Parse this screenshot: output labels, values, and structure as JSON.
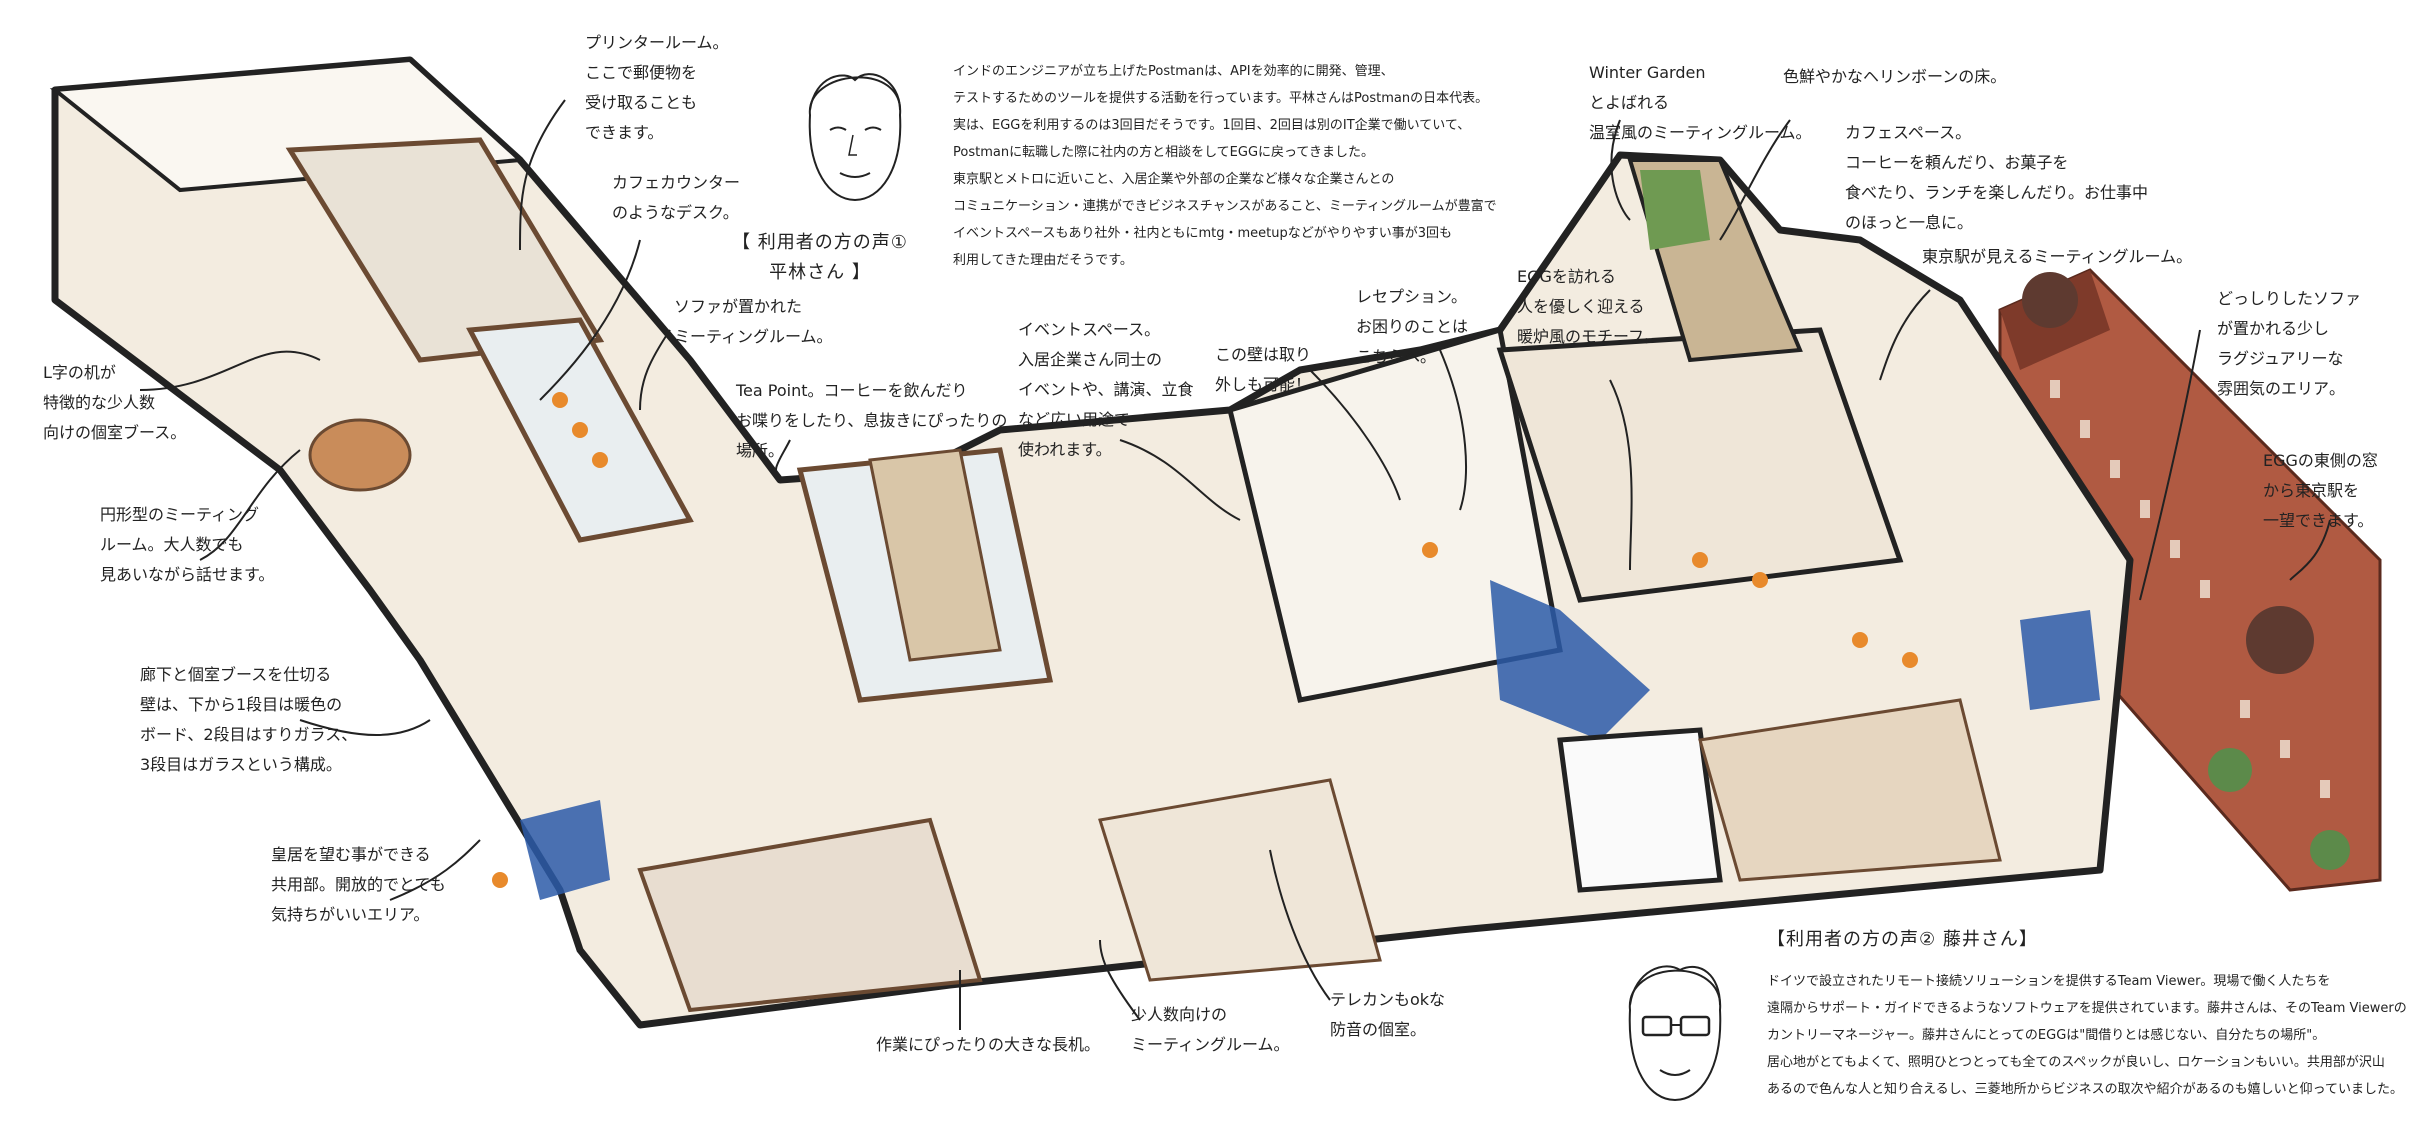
{
  "colors": {
    "floor": "#f3ece0",
    "wall": "#222222",
    "wood": "#6b4a32",
    "glass": "#e9eef0",
    "station": "#a0503a",
    "blue": "#2c5aa8",
    "orange": "#e88a2c",
    "carpet": "#d8cfc0"
  },
  "voices": [
    {
      "label": "【 利用者の方の声① \n平林さん 】",
      "icon": "portrait-hirabayashi",
      "text": "インドのエンジニアが立ち上げたPostmanは、APIを効率的に開発、管理、\nテストするためのツールを提供する活動を行っています。平林さんはPostmanの日本代表。\n実は、EGGを利用するのは3回目だそうです。1回目、2回目は別のIT企業で働いていて、\nPostmanに転職した際に社内の方と相談をしてEGGに戻ってきました。\n東京駅とメトロに近いこと、入居企業や外部の企業など様々な企業さんとの\nコミュニケーション・連携ができビジネスチャンスがあること、ミーティングルームが豊富で\nイベントスペースもあり社外・社内ともにmtg・meetupなどがやりやすい事が3回も\n利用してきた理由だそうです。"
    },
    {
      "label": "【利用者の方の声② 藤井さん】",
      "icon": "portrait-fujii",
      "text": "ドイツで設立されたリモート接続ソリューションを提供するTeam Viewer。現場で働く人たちを\n遠隔からサポート・ガイドできるようなソフトウェアを提供されています。藤井さんは、そのTeam Viewerの\nカントリーマネージャー。藤井さんにとってのEGGは\"間借りとは感じない、自分たちの場所\"。\n居心地がとてもよくて、照明ひとつとっても全てのスペックが良いし、ロケーションもいい。共用部が沢山\nあるので色んな人と知り合えるし、三菱地所からビジネスの取次や紹介があるのも嬉しいと仰っていました。"
    }
  ],
  "annotations": {
    "printer": "プリンタールーム。\nここで郵便物を\n受け取ることも\nできます。",
    "cafe_counter": "カフェカウンター\nのようなデスク。",
    "sofa_meeting": "ソファが置かれた\nミーティングルーム。",
    "l_desk": "L字の机が\n特徴的な少人数\n向けの個室ブース。",
    "round_meeting": "円形型のミーティング\nルーム。大人数でも\n見あいながら話せます。",
    "corridor": "廊下と個室ブースを仕切る\n壁は、下から1段目は暖色の\nボード、2段目はすりガラス、\n3段目はガラスという構成。",
    "palace": "皇居を望む事ができる\n共用部。開放的でとても\n気持ちがいいエリア。",
    "tea_point": "Tea Point。コーヒーを飲んだり\nお喋りをしたり、息抜きにぴったりの\n場所。",
    "event_space": "イベントスペース。\n入居企業さん同士の\nイベントや、講演、立食\nなど広い用途で\n使われます。",
    "wall_removable": "この壁は取り\n外しも可能！",
    "reception": "レセプション。\nお困りのことは\nこちらへ。",
    "fireplace": "EGGを訪れる\n人を優しく迎える\n暖炉風のモチーフ。",
    "winter_garden": "Winter Garden\nとよばれる\n温室風のミーティングルーム。",
    "herringbone": "色鮮やかなヘリンボーンの床。",
    "cafe_space": "カフェスペース。\nコーヒーを頼んだり、お菓子を\n食べたり、ランチを楽しんだり。お仕事中\nのほっと一息に。",
    "station_view": "東京駅が見えるミーティングルーム。",
    "lounge": "どっしりしたソファ\nが置かれる少し\nラグジュアリーな\n雰囲気のエリア。",
    "east_window": "EGGの東側の窓\nから東京駅を\n一望できます。",
    "telecon": "テレカンもokな\n防音の個室。",
    "small_meeting": "少人数向けの\nミーティングルーム。",
    "long_desk": "作業にぴったりの大きな長机。"
  }
}
